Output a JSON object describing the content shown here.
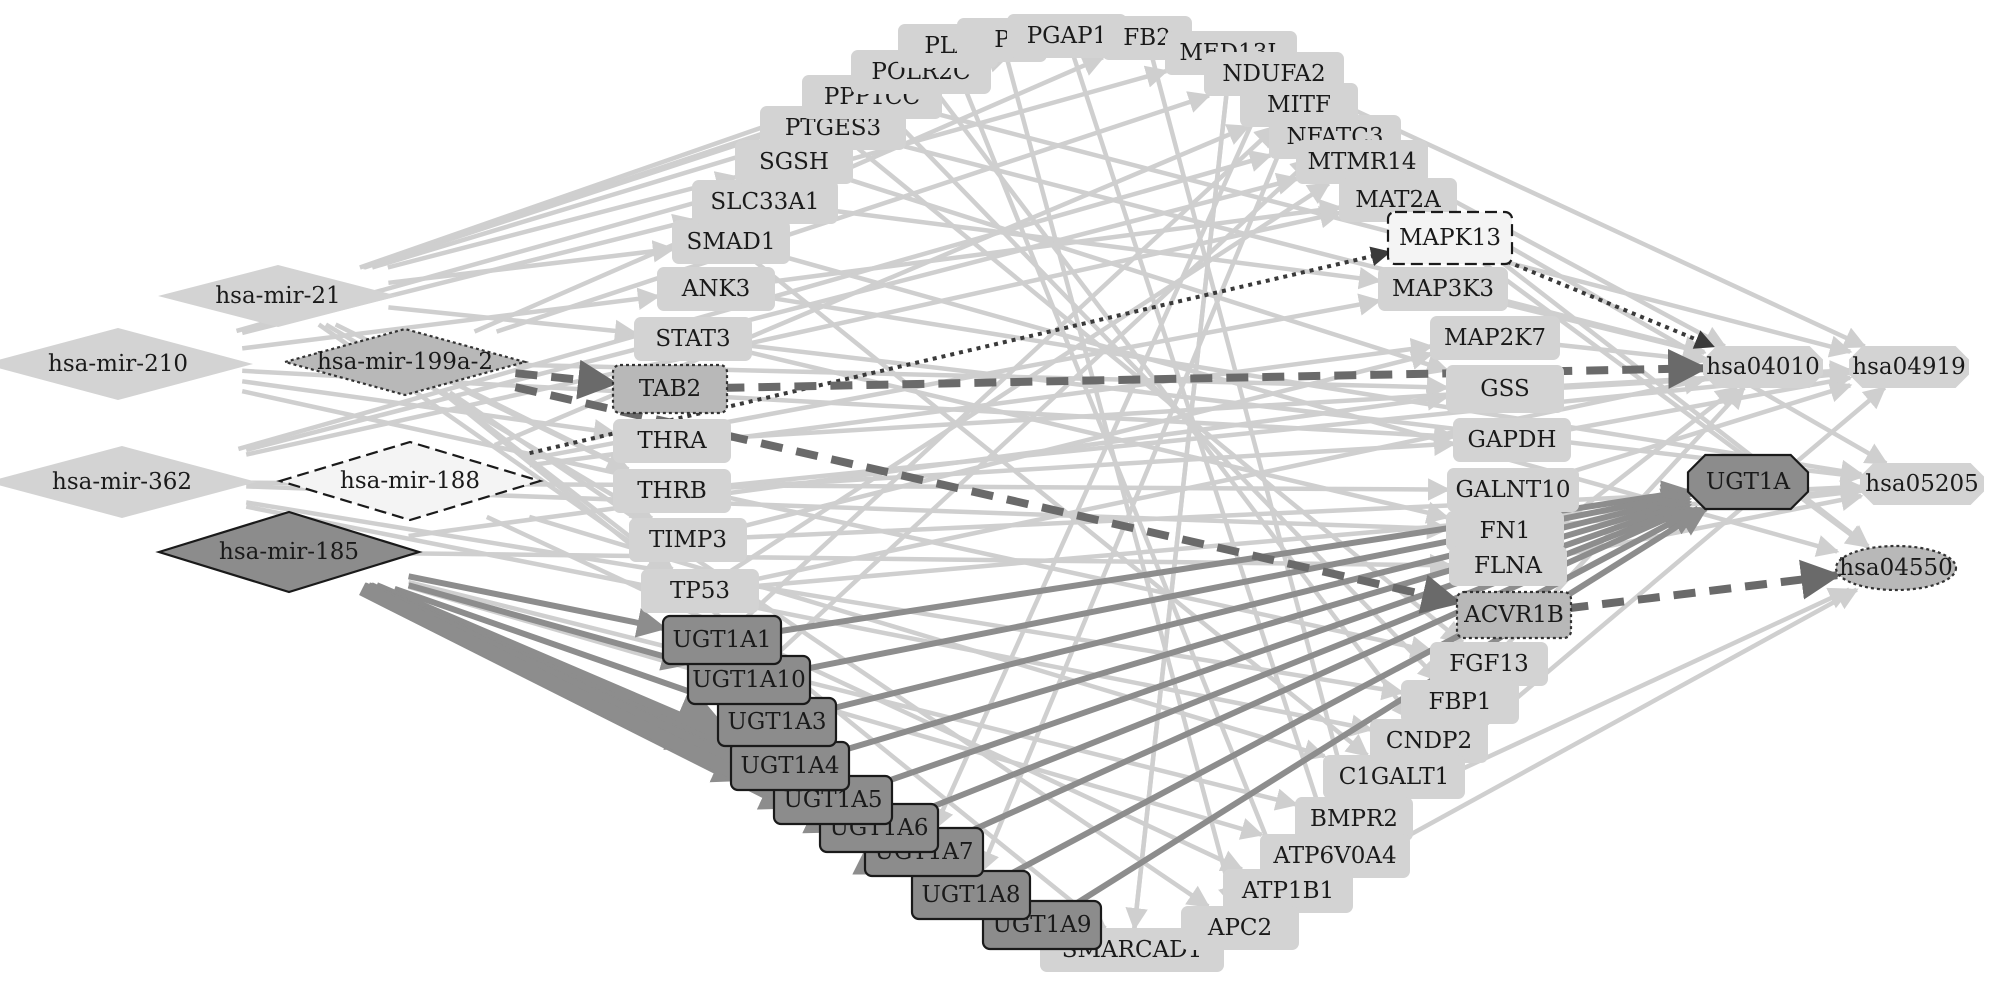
{
  "nodes": [
    {
      "id": "hsa-mir-21",
      "label": "hsa-mir-21",
      "shape": "diamond",
      "style": "light"
    },
    {
      "id": "hsa-mir-210",
      "label": "hsa-mir-210",
      "shape": "diamond",
      "style": "light"
    },
    {
      "id": "hsa-mir-199a-2",
      "label": "hsa-mir-199a-2",
      "shape": "diamond",
      "style": "mid-dotted"
    },
    {
      "id": "hsa-mir-188",
      "label": "hsa-mir-188",
      "shape": "diamond",
      "style": "white-dashed"
    },
    {
      "id": "hsa-mir-362",
      "label": "hsa-mir-362",
      "shape": "diamond",
      "style": "light"
    },
    {
      "id": "hsa-mir-185",
      "label": "hsa-mir-185",
      "shape": "diamond",
      "style": "dark"
    },
    {
      "id": "SMARCAD1",
      "label": "SMARCAD1",
      "shape": "rect",
      "style": "light"
    },
    {
      "id": "UGT1A9",
      "label": "UGT1A9",
      "shape": "rect",
      "style": "dark"
    },
    {
      "id": "UGT1A8",
      "label": "UGT1A8",
      "shape": "rect",
      "style": "dark"
    },
    {
      "id": "UGT1A7",
      "label": "UGT1A7",
      "shape": "rect",
      "style": "dark"
    },
    {
      "id": "UGT1A6",
      "label": "UGT1A6",
      "shape": "rect",
      "style": "dark"
    },
    {
      "id": "UGT1A5",
      "label": "UGT1A5",
      "shape": "rect",
      "style": "dark"
    },
    {
      "id": "UGT1A4",
      "label": "UGT1A4",
      "shape": "rect",
      "style": "dark"
    },
    {
      "id": "UGT1A3",
      "label": "UGT1A3",
      "shape": "rect",
      "style": "dark"
    },
    {
      "id": "UGT1A10",
      "label": "UGT1A10",
      "shape": "rect",
      "style": "dark"
    },
    {
      "id": "UGT1A1",
      "label": "UGT1A1",
      "shape": "rect",
      "style": "dark"
    },
    {
      "id": "TP53",
      "label": "TP53",
      "shape": "rect",
      "style": "light"
    },
    {
      "id": "TIMP3",
      "label": "TIMP3",
      "shape": "rect",
      "style": "light"
    },
    {
      "id": "THRB",
      "label": "THRB",
      "shape": "rect",
      "style": "light"
    },
    {
      "id": "THRA",
      "label": "THRA",
      "shape": "rect",
      "style": "light"
    },
    {
      "id": "TAB2",
      "label": "TAB2",
      "shape": "rect",
      "style": "mid-dotted"
    },
    {
      "id": "STAT3",
      "label": "STAT3",
      "shape": "rect",
      "style": "light"
    },
    {
      "id": "ANK3",
      "label": "ANK3",
      "shape": "rect",
      "style": "light"
    },
    {
      "id": "SMAD1",
      "label": "SMAD1",
      "shape": "rect",
      "style": "light"
    },
    {
      "id": "SLC33A1",
      "label": "SLC33A1",
      "shape": "rect",
      "style": "light"
    },
    {
      "id": "SGSH",
      "label": "SGSH",
      "shape": "rect",
      "style": "light"
    },
    {
      "id": "PTGES3",
      "label": "PTGES3",
      "shape": "rect",
      "style": "light"
    },
    {
      "id": "PPP1CC",
      "label": "PPP1CC",
      "shape": "rect",
      "style": "light"
    },
    {
      "id": "POLR2C",
      "label": "POLR2C",
      "shape": "rect",
      "style": "light"
    },
    {
      "id": "PLA",
      "label": "PLA",
      "shape": "rect",
      "style": "light"
    },
    {
      "id": "P",
      "label": "P",
      "shape": "rect",
      "style": "light"
    },
    {
      "id": "PGAP1",
      "label": "PGAP1",
      "shape": "rect",
      "style": "light"
    },
    {
      "id": "FB2",
      "label": "FB2",
      "shape": "rect",
      "style": "light"
    },
    {
      "id": "MED13L",
      "label": "MED13L",
      "shape": "rect",
      "style": "light"
    },
    {
      "id": "NDUFA2",
      "label": "NDUFA2",
      "shape": "rect",
      "style": "light"
    },
    {
      "id": "MITF",
      "label": "MITF",
      "shape": "rect",
      "style": "light"
    },
    {
      "id": "NFATC3",
      "label": "NFATC3",
      "shape": "rect",
      "style": "light"
    },
    {
      "id": "MTMR14",
      "label": "MTMR14",
      "shape": "rect",
      "style": "light"
    },
    {
      "id": "MAT2A",
      "label": "MAT2A",
      "shape": "rect",
      "style": "light"
    },
    {
      "id": "MAPK13",
      "label": "MAPK13",
      "shape": "rect",
      "style": "white-dashed"
    },
    {
      "id": "MAP3K3",
      "label": "MAP3K3",
      "shape": "rect",
      "style": "light"
    },
    {
      "id": "MAP2K7",
      "label": "MAP2K7",
      "shape": "rect",
      "style": "light"
    },
    {
      "id": "GSS",
      "label": "GSS",
      "shape": "rect",
      "style": "light"
    },
    {
      "id": "GAPDH",
      "label": "GAPDH",
      "shape": "rect",
      "style": "light"
    },
    {
      "id": "GALNT10",
      "label": "GALNT10",
      "shape": "rect",
      "style": "light"
    },
    {
      "id": "FN1",
      "label": "FN1",
      "shape": "rect",
      "style": "light"
    },
    {
      "id": "FLNA",
      "label": "FLNA",
      "shape": "rect",
      "style": "light"
    },
    {
      "id": "ACVR1B",
      "label": "ACVR1B",
      "shape": "rect",
      "style": "mid-dotted"
    },
    {
      "id": "FGF13",
      "label": "FGF13",
      "shape": "rect",
      "style": "light"
    },
    {
      "id": "FBP1",
      "label": "FBP1",
      "shape": "rect",
      "style": "light"
    },
    {
      "id": "CNDP2",
      "label": "CNDP2",
      "shape": "rect",
      "style": "light"
    },
    {
      "id": "C1GALT1",
      "label": "C1GALT1",
      "shape": "rect",
      "style": "light"
    },
    {
      "id": "BMPR2",
      "label": "BMPR2",
      "shape": "rect",
      "style": "light"
    },
    {
      "id": "ATP6V0A4",
      "label": "ATP6V0A4",
      "shape": "rect",
      "style": "light"
    },
    {
      "id": "ATP1B1",
      "label": "ATP1B1",
      "shape": "rect",
      "style": "light"
    },
    {
      "id": "APC2",
      "label": "APC2",
      "shape": "rect",
      "style": "light"
    },
    {
      "id": "hsa04010",
      "label": "hsa04010",
      "shape": "octagon",
      "style": "light"
    },
    {
      "id": "hsa04919",
      "label": "hsa04919",
      "shape": "octagon",
      "style": "light"
    },
    {
      "id": "UGT1A",
      "label": "UGT1A",
      "shape": "octagon",
      "style": "dark"
    },
    {
      "id": "hsa05205",
      "label": "hsa05205",
      "shape": "octagon",
      "style": "light"
    },
    {
      "id": "hsa04550",
      "label": "hsa04550",
      "shape": "ellipse",
      "style": "mid-dotted"
    }
  ],
  "edges": [
    {
      "from": "hsa-mir-188",
      "to": "MAPK13",
      "style": "dotted-dark"
    },
    {
      "from": "MAPK13",
      "to": "hsa04010",
      "style": "dotted-dark"
    },
    {
      "from": "hsa-mir-199a-2",
      "to": "TAB2",
      "style": "dashed-mid"
    },
    {
      "from": "TAB2",
      "to": "hsa04010",
      "style": "dashed-mid"
    },
    {
      "from": "hsa-mir-199a-2",
      "to": "ACVR1B",
      "style": "dashed-mid"
    },
    {
      "from": "ACVR1B",
      "to": "hsa04550",
      "style": "dashed-mid"
    },
    {
      "from": "hsa-mir-185",
      "to": "UGT1A1",
      "style": "dark"
    },
    {
      "from": "hsa-mir-185",
      "to": "UGT1A10",
      "style": "dark"
    },
    {
      "from": "hsa-mir-185",
      "to": "UGT1A3",
      "style": "dark"
    },
    {
      "from": "hsa-mir-185",
      "to": "UGT1A4",
      "style": "dark-thick"
    },
    {
      "from": "hsa-mir-185",
      "to": "UGT1A5",
      "style": "dark-thick"
    },
    {
      "from": "hsa-mir-185",
      "to": "UGT1A6",
      "style": "dark-thick"
    },
    {
      "from": "hsa-mir-185",
      "to": "UGT1A7",
      "style": "dark-thick"
    },
    {
      "from": "hsa-mir-185",
      "to": "UGT1A8",
      "style": "dark-thick"
    },
    {
      "from": "hsa-mir-185",
      "to": "UGT1A9",
      "style": "dark-thick"
    },
    {
      "from": "UGT1A1",
      "to": "UGT1A",
      "style": "dark"
    },
    {
      "from": "UGT1A10",
      "to": "UGT1A",
      "style": "dark"
    },
    {
      "from": "UGT1A3",
      "to": "UGT1A",
      "style": "dark"
    },
    {
      "from": "UGT1A4",
      "to": "UGT1A",
      "style": "dark"
    },
    {
      "from": "UGT1A5",
      "to": "UGT1A",
      "style": "dark"
    },
    {
      "from": "UGT1A6",
      "to": "UGT1A",
      "style": "dark"
    },
    {
      "from": "UGT1A7",
      "to": "UGT1A",
      "style": "dark"
    },
    {
      "from": "UGT1A8",
      "to": "UGT1A",
      "style": "dark"
    },
    {
      "from": "UGT1A9",
      "to": "UGT1A",
      "style": "dark"
    },
    {
      "from": "hsa-mir-21",
      "to": "PTGES3",
      "style": "light"
    },
    {
      "from": "hsa-mir-21",
      "to": "SGSH",
      "style": "light"
    },
    {
      "from": "hsa-mir-21",
      "to": "SMAD1",
      "style": "light"
    },
    {
      "from": "hsa-mir-21",
      "to": "POLR2C",
      "style": "light"
    },
    {
      "from": "hsa-mir-21",
      "to": "PPP1CC",
      "style": "light"
    },
    {
      "from": "hsa-mir-21",
      "to": "STAT3",
      "style": "light"
    },
    {
      "from": "hsa-mir-21",
      "to": "THRB",
      "style": "light"
    },
    {
      "from": "hsa-mir-21",
      "to": "TIMP3",
      "style": "light"
    },
    {
      "from": "hsa-mir-21",
      "to": "TP53",
      "style": "light"
    },
    {
      "from": "hsa-mir-21",
      "to": "PGAP1",
      "style": "light"
    },
    {
      "from": "hsa-mir-210",
      "to": "SLC33A1",
      "style": "light"
    },
    {
      "from": "hsa-mir-210",
      "to": "ANK3",
      "style": "light"
    },
    {
      "from": "hsa-mir-210",
      "to": "GAPDH",
      "style": "light"
    },
    {
      "from": "hsa-mir-210",
      "to": "FGF13",
      "style": "light"
    },
    {
      "from": "hsa-mir-210",
      "to": "MED13L",
      "style": "light"
    },
    {
      "from": "hsa-mir-210",
      "to": "THRA",
      "style": "light"
    },
    {
      "from": "hsa-mir-199a-2",
      "to": "SMARCAD1",
      "style": "light"
    },
    {
      "from": "hsa-mir-199a-2",
      "to": "THRB",
      "style": "light"
    },
    {
      "from": "hsa-mir-199a-2",
      "to": "TP53",
      "style": "light"
    },
    {
      "from": "hsa-mir-199a-2",
      "to": "FB2",
      "style": "light"
    },
    {
      "from": "hsa-mir-199a-2",
      "to": "NDUFA2",
      "style": "light"
    },
    {
      "from": "hsa-mir-199a-2",
      "to": "GSS",
      "style": "light"
    },
    {
      "from": "hsa-mir-199a-2",
      "to": "APC2",
      "style": "light"
    },
    {
      "from": "hsa-mir-188",
      "to": "MAP3K3",
      "style": "light"
    },
    {
      "from": "hsa-mir-188",
      "to": "MAP2K7",
      "style": "light"
    },
    {
      "from": "hsa-mir-188",
      "to": "MITF",
      "style": "light"
    },
    {
      "from": "hsa-mir-188",
      "to": "ATP1B1",
      "style": "light"
    },
    {
      "from": "hsa-mir-188",
      "to": "C1GALT1",
      "style": "light"
    },
    {
      "from": "hsa-mir-362",
      "to": "GALNT10",
      "style": "light"
    },
    {
      "from": "hsa-mir-362",
      "to": "FN1",
      "style": "light"
    },
    {
      "from": "hsa-mir-362",
      "to": "CNDP2",
      "style": "light"
    },
    {
      "from": "hsa-mir-362",
      "to": "MTMR14",
      "style": "light"
    },
    {
      "from": "hsa-mir-362",
      "to": "MAT2A",
      "style": "light"
    },
    {
      "from": "hsa-mir-362",
      "to": "NFATC3",
      "style": "light"
    },
    {
      "from": "hsa-mir-362",
      "to": "FBP1",
      "style": "light"
    },
    {
      "from": "hsa-mir-185",
      "to": "FLNA",
      "style": "light"
    },
    {
      "from": "hsa-mir-185",
      "to": "BMPR2",
      "style": "light"
    },
    {
      "from": "hsa-mir-185",
      "to": "ATP6V0A4",
      "style": "light"
    },
    {
      "from": "hsa-mir-185",
      "to": "GSS",
      "style": "light"
    },
    {
      "from": "STAT3",
      "to": "hsa05205",
      "style": "light"
    },
    {
      "from": "THRA",
      "to": "hsa04919",
      "style": "light"
    },
    {
      "from": "THRB",
      "to": "hsa04919",
      "style": "light"
    },
    {
      "from": "TP53",
      "to": "hsa04010",
      "style": "light"
    },
    {
      "from": "TP53",
      "to": "hsa05205",
      "style": "light"
    },
    {
      "from": "TIMP3",
      "to": "hsa05205",
      "style": "light"
    },
    {
      "from": "SMAD1",
      "to": "hsa04550",
      "style": "light"
    },
    {
      "from": "ANK3",
      "to": "hsa05205",
      "style": "light"
    },
    {
      "from": "PPP1CC",
      "to": "hsa04919",
      "style": "light"
    },
    {
      "from": "PTGES3",
      "to": "hsa04010",
      "style": "light"
    },
    {
      "from": "MAP3K3",
      "to": "hsa04010",
      "style": "light"
    },
    {
      "from": "MAP2K7",
      "to": "hsa04010",
      "style": "light"
    },
    {
      "from": "GAPDH",
      "to": "hsa04919",
      "style": "light"
    },
    {
      "from": "GSS",
      "to": "hsa04919",
      "style": "light"
    },
    {
      "from": "FN1",
      "to": "hsa05205",
      "style": "light"
    },
    {
      "from": "FLNA",
      "to": "hsa04010",
      "style": "light"
    },
    {
      "from": "FLNA",
      "to": "hsa05205",
      "style": "light"
    },
    {
      "from": "FGF13",
      "to": "hsa04010",
      "style": "light"
    },
    {
      "from": "BMPR2",
      "to": "hsa04550",
      "style": "light"
    },
    {
      "from": "ATP1B1",
      "to": "hsa04919",
      "style": "light"
    },
    {
      "from": "APC2",
      "to": "hsa04550",
      "style": "light"
    },
    {
      "from": "MITF",
      "to": "hsa04550",
      "style": "light"
    },
    {
      "from": "NFATC3",
      "to": "hsa04010",
      "style": "light"
    },
    {
      "from": "MED13L",
      "to": "hsa04919",
      "style": "light"
    },
    {
      "from": "MTMR14",
      "to": "hsa05205",
      "style": "light"
    },
    {
      "from": "GALNT10",
      "to": "hsa04919",
      "style": "light"
    },
    {
      "from": "MAT2A",
      "to": "hsa04550",
      "style": "light"
    },
    {
      "from": "SGSH",
      "to": "GSS",
      "style": "light"
    },
    {
      "from": "SLC33A1",
      "to": "MAP3K3",
      "style": "light"
    },
    {
      "from": "POLR2C",
      "to": "CNDP2",
      "style": "light"
    },
    {
      "from": "PGAP1",
      "to": "ATP6V0A4",
      "style": "light"
    },
    {
      "from": "FB2",
      "to": "BMPR2",
      "style": "light"
    },
    {
      "from": "P",
      "to": "APC2",
      "style": "light"
    },
    {
      "from": "PLA",
      "to": "ATP1B1",
      "style": "light"
    },
    {
      "from": "PPP1CC",
      "to": "FBP1",
      "style": "light"
    },
    {
      "from": "ANK3",
      "to": "MAT2A",
      "style": "light"
    },
    {
      "from": "STAT3",
      "to": "FN1",
      "style": "light"
    },
    {
      "from": "THRB",
      "to": "GAPDH",
      "style": "light"
    },
    {
      "from": "TIMP3",
      "to": "MAP2K7",
      "style": "light"
    },
    {
      "from": "TP53",
      "to": "MTMR14",
      "style": "light"
    },
    {
      "from": "UGT1A1",
      "to": "MITF",
      "style": "light"
    },
    {
      "from": "UGT1A10",
      "to": "NFATC3",
      "style": "light"
    },
    {
      "from": "SMARCAD1",
      "to": "MED13L",
      "style": "light"
    },
    {
      "from": "SMAD1",
      "to": "C1GALT1",
      "style": "light"
    },
    {
      "from": "PTGES3",
      "to": "FGF13",
      "style": "light"
    },
    {
      "from": "MED13L",
      "to": "SMARCAD1",
      "style": "light"
    },
    {
      "from": "NDUFA2",
      "to": "UGT1A7",
      "style": "light"
    },
    {
      "from": "MITF",
      "to": "UGT1A8",
      "style": "light"
    }
  ]
}
